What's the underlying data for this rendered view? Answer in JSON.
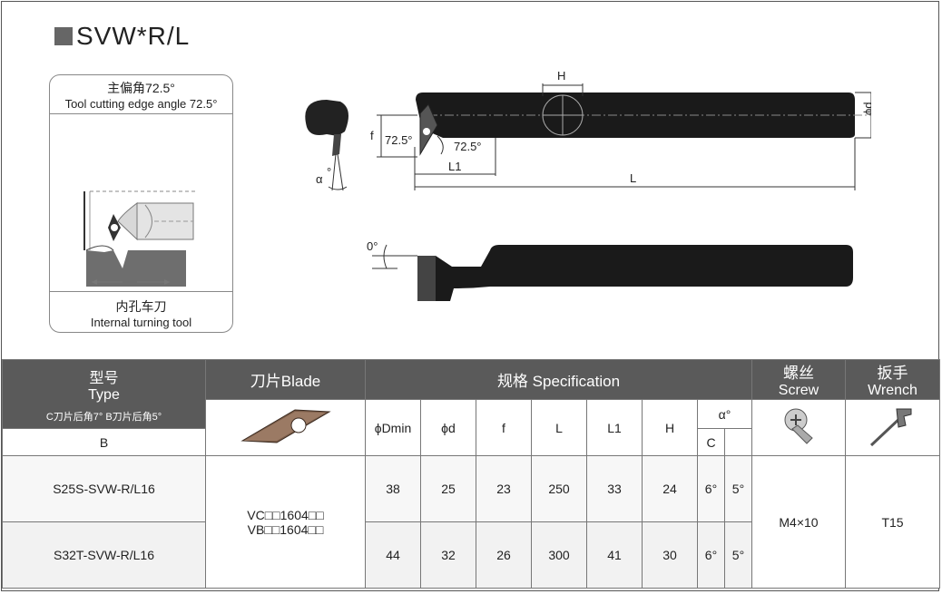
{
  "title": "SVW*R/L",
  "angle_box": {
    "header_cn": "主偏角72.5°",
    "header_en": "Tool cutting edge angle 72.5°",
    "footer_cn": "内孔车刀",
    "footer_en": "Internal turning tool"
  },
  "drawing": {
    "H": "H",
    "d": "ϕd",
    "f": "f",
    "angle_left": "72.5°",
    "angle_right": "72.5°",
    "L1": "L1",
    "L": "L",
    "alpha": "α",
    "alpha_deg": "°",
    "zero": "0°"
  },
  "table": {
    "type_cn": "型号",
    "type_en": "Type",
    "type_note": "C刀片后角7°  B刀片后角5°",
    "blade_label": "刀片Blade",
    "spec_label": "规格 Specification",
    "screw_cn": "螺丝",
    "screw_en": "Screw",
    "wrench_cn": "扳手",
    "wrench_en": "Wrench",
    "cols": {
      "dmin": "ϕDmin",
      "d": "ϕd",
      "f": "f",
      "L": "L",
      "L1": "L1",
      "H": "H",
      "alpha": "α°",
      "B": "B",
      "C": "C"
    },
    "blade_line1": "VC□□1604□□",
    "blade_line2": "VB□□1604□□",
    "screw": "M4×10",
    "wrench": "T15",
    "rows": [
      {
        "type": "S25S-SVW-R/L16",
        "dmin": "38",
        "d": "25",
        "f": "23",
        "L": "250",
        "L1": "33",
        "H": "24",
        "B": "6°",
        "C": "5°"
      },
      {
        "type": "S32T-SVW-R/L16",
        "dmin": "44",
        "d": "32",
        "f": "26",
        "L": "300",
        "L1": "41",
        "H": "30",
        "B": "6°",
        "C": "5°"
      }
    ]
  }
}
